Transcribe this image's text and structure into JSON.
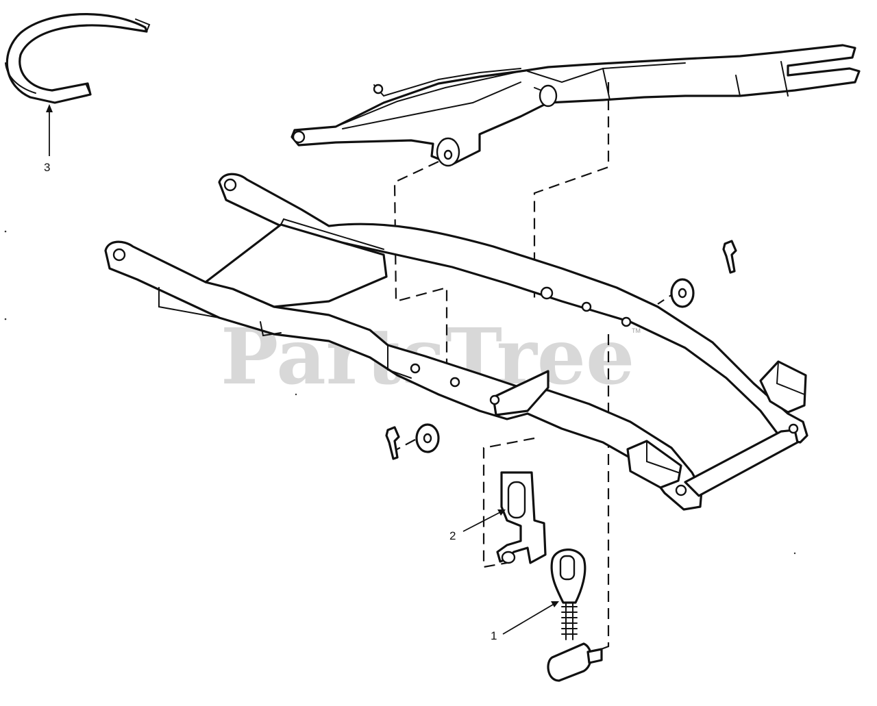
{
  "diagram": {
    "watermark": "PartsTree",
    "watermark_mark": "TM",
    "callouts": [
      {
        "id": "1",
        "label": "1"
      },
      {
        "id": "2",
        "label": "2"
      },
      {
        "id": "3",
        "label": "3"
      }
    ],
    "colors": {
      "line": "#111111",
      "background": "#ffffff",
      "watermark": "#b9b9b9"
    }
  }
}
